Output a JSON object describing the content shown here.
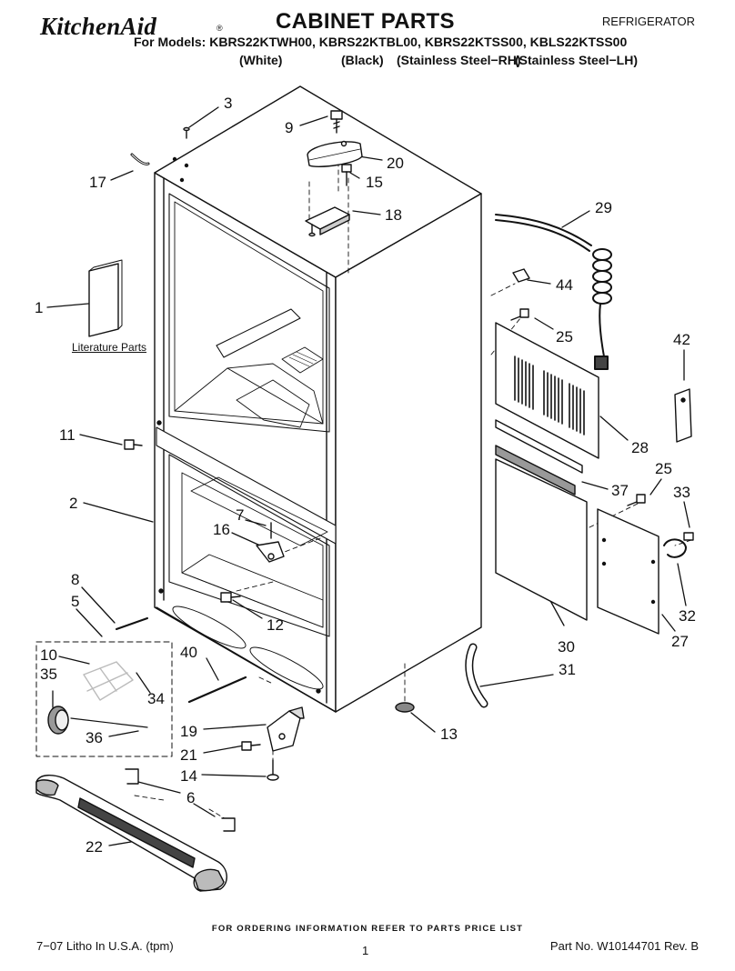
{
  "header": {
    "brand": "KitchenAid",
    "brand_mark": "®",
    "title": "CABINET PARTS",
    "category": "REFRIGERATOR",
    "models_line": "For Models: KBRS22KTWH00, KBRS22KTBL00, KBRS22KTSS00, KBLS22KTSS00",
    "variants": [
      "(White)",
      "(Black)",
      "(Stainless Steel−RH)",
      "(Stainless Steel−LH)"
    ]
  },
  "literature_label": "Literature Parts",
  "callouts": [
    "1",
    "2",
    "3",
    "5",
    "6",
    "7",
    "8",
    "9",
    "10",
    "11",
    "12",
    "13",
    "14",
    "15",
    "16",
    "17",
    "18",
    "19",
    "20",
    "21",
    "22",
    "25",
    "25",
    "27",
    "28",
    "29",
    "30",
    "31",
    "32",
    "33",
    "34",
    "35",
    "36",
    "37",
    "40",
    "42",
    "44"
  ],
  "footer": {
    "ordering_note": "FOR ORDERING INFORMATION REFER TO PARTS PRICE LIST",
    "litho": "7−07 Litho In U.S.A. (tpm)",
    "page_number": "1",
    "part_number": "Part No. W10144701 Rev. B"
  },
  "colors": {
    "ink": "#111111",
    "shade": "#c8c8c8",
    "dark": "#555555"
  }
}
